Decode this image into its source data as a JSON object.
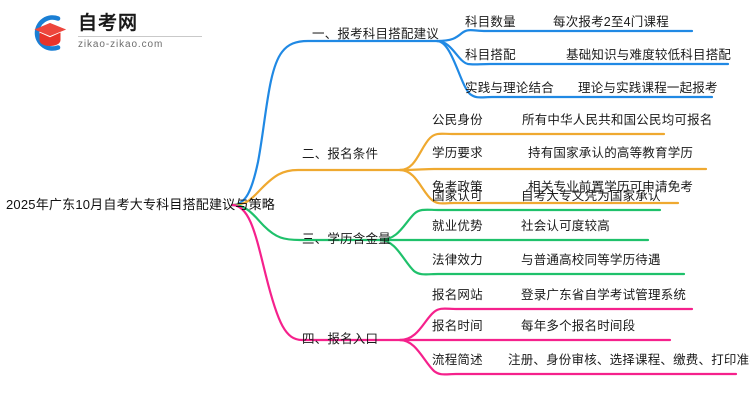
{
  "logo": {
    "name_cn": "自考网",
    "domain": "zikao-zikao.com",
    "mark_icon": "graduation-cap-in-arc-logo-icon",
    "arc_color": "#1a7fd4",
    "cap_color": "#e8332a"
  },
  "mindmap": {
    "root": {
      "label": "2025年广东10月自考大专科目搭配建议与策略"
    },
    "branches": [
      {
        "index": 1,
        "label": "一、报考科目搭配建议",
        "color": "#2089e4",
        "children": [
          {
            "label": "科目数量",
            "detail": "每次报考2至4门课程"
          },
          {
            "label": "科目搭配",
            "detail": "基础知识与难度较低科目搭配"
          },
          {
            "label": "实践与理论结合",
            "detail": "理论与实践课程一起报考"
          }
        ]
      },
      {
        "index": 2,
        "label": "二、报名条件",
        "color": "#efa川",
        "children": [
          {
            "label": "公民身份",
            "detail": "所有中华人民共和国公民均可报名"
          },
          {
            "label": "学历要求",
            "detail": "持有国家承认的高等教育学历"
          },
          {
            "label": "免考政策",
            "detail": "相关专业前置学历可申请免考"
          }
        ]
      },
      {
        "index": 3,
        "label": "三、学历含金量",
        "color": "#1fc16b",
        "children": [
          {
            "label": "国家认可",
            "detail": "自考大专文凭为国家承认"
          },
          {
            "label": "就业优势",
            "detail": "社会认可度较高"
          },
          {
            "label": "法律效力",
            "detail": "与普通高校同等学历待遇"
          }
        ]
      },
      {
        "index": 4,
        "label": "四、报名入口",
        "color": "#f5218c",
        "children": [
          {
            "label": "报名网站",
            "detail": "登录广东省自学考试管理系统"
          },
          {
            "label": "报名时间",
            "detail": "每年多个报名时间段"
          },
          {
            "label": "流程简述",
            "detail": "注册、身份审核、选择课程、缴费、打印准考证"
          }
        ]
      }
    ]
  },
  "colors": {
    "blue": "#2089e4",
    "orange": "#efa930",
    "green": "#1fc16b",
    "pink": "#f5218c",
    "text": "#1a1a1a",
    "background": "#ffffff"
  }
}
